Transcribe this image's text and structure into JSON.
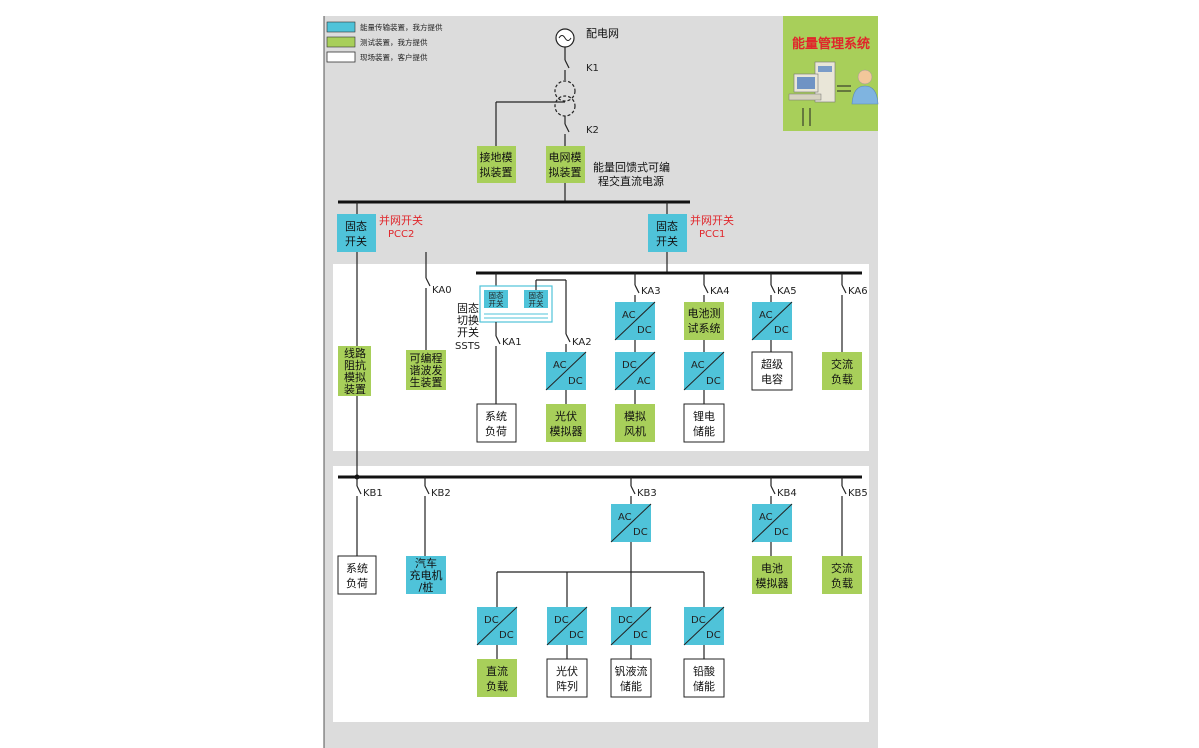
{
  "legend": [
    {
      "text": "能量传输装置，我方提供",
      "color": "#4fc3d9"
    },
    {
      "text": "测试装置，我方提供",
      "color": "#a8cf5a"
    },
    {
      "text": "现场装置，客户提供",
      "color": "#ffffff"
    }
  ],
  "ems": {
    "title": "能量管理系统"
  },
  "grid": {
    "source": "配电网",
    "k1": "K1",
    "k2": "K2"
  },
  "top": {
    "ground": [
      "接地模",
      "拟装置"
    ],
    "grid_sim": [
      "电网模",
      "拟装置"
    ],
    "regen_note": [
      "能量回馈式可编",
      "程交直流电源"
    ]
  },
  "pcc": {
    "ss2": [
      "固态",
      "开关"
    ],
    "pcc2_a": "并网开关",
    "pcc2_b": "PCC2",
    "ss1": [
      "固态",
      "开关"
    ],
    "pcc1_a": "并网开关",
    "pcc1_b": "PCC1"
  },
  "upper": {
    "ka0": "KA0",
    "ka1": "KA1",
    "ka2": "KA2",
    "ka3": "KA3",
    "ka4": "KA4",
    "ka5": "KA5",
    "ka6": "KA6",
    "line_imp": [
      "线路",
      "阻抗",
      "模拟",
      "装置"
    ],
    "harmonic": [
      "可编程",
      "谐波发",
      "生装置"
    ],
    "ssts_small": [
      "固态",
      "开关"
    ],
    "ssts_label": [
      "固态",
      "切换",
      "开关",
      "SSTS"
    ],
    "sys_load": [
      "系统",
      "负荷"
    ],
    "pv_sim": [
      "光伏",
      "模拟器"
    ],
    "wind": [
      "模拟",
      "风机"
    ],
    "batt_test": [
      "电池测",
      "试系统"
    ],
    "li": [
      "锂电",
      "储能"
    ],
    "supercap": [
      "超级",
      "电容"
    ],
    "ac_load": [
      "交流",
      "负载"
    ],
    "ac": "AC",
    "dc": "DC"
  },
  "lower": {
    "kb1": "KB1",
    "kb2": "KB2",
    "kb3": "KB3",
    "kb4": "KB4",
    "kb5": "KB5",
    "sys_load": [
      "系统",
      "负荷"
    ],
    "ev": [
      "汽车",
      "充电机",
      "/桩"
    ],
    "batt_sim": [
      "电池",
      "模拟器"
    ],
    "ac_load": [
      "交流",
      "负载"
    ],
    "dc_load": [
      "直流",
      "负载"
    ],
    "pv_array": [
      "光伏",
      "阵列"
    ],
    "vrb": [
      "钒液流",
      "储能"
    ],
    "lead": [
      "铅酸",
      "储能"
    ]
  }
}
